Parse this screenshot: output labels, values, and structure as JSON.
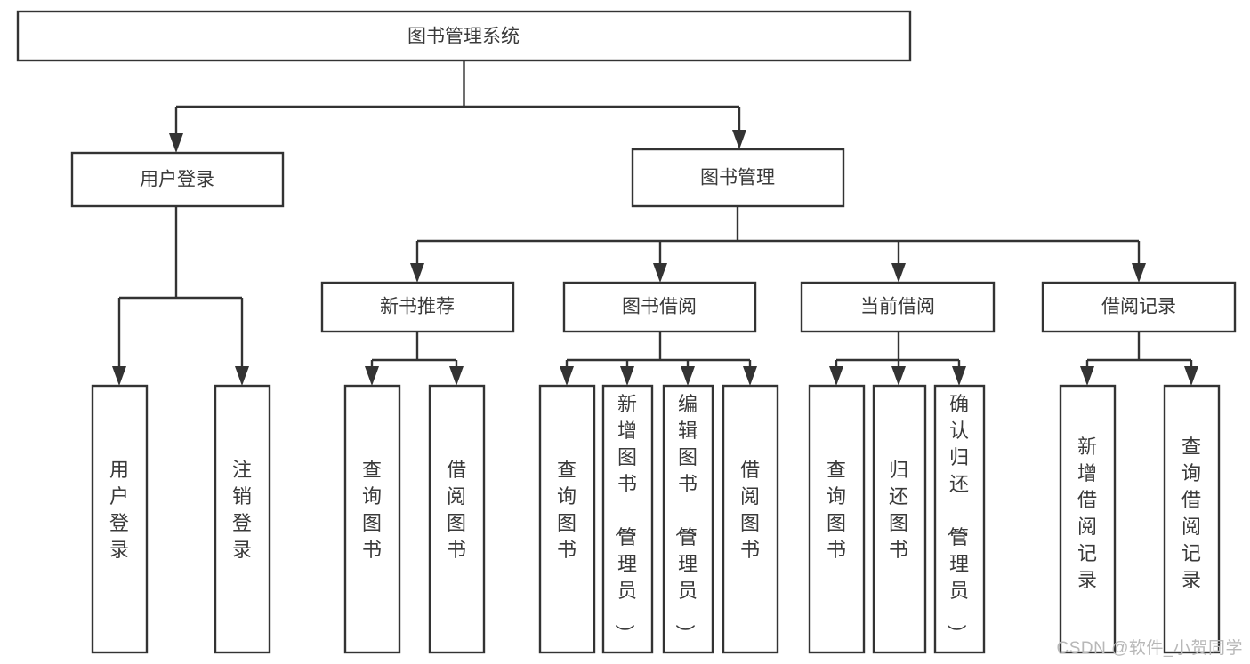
{
  "diagram": {
    "type": "tree",
    "title": "图书管理系统",
    "watermark": "CSDN @软件_小贺同学",
    "colors": {
      "box_stroke": "#333333",
      "box_fill": "#ffffff",
      "text": "#3a3a3a",
      "connector": "#333333",
      "watermark": "#b8b8b8",
      "background": "#ffffff"
    },
    "levels": {
      "root": "图书管理系统",
      "level2": [
        "用户登录",
        "图书管理"
      ],
      "level3": [
        "新书推荐",
        "图书借阅",
        "当前借阅",
        "借阅记录"
      ]
    },
    "nodes": {
      "root": {
        "label": "图书管理系统",
        "orientation": "horizontal"
      },
      "user_login": {
        "label": "用户登录",
        "orientation": "horizontal"
      },
      "book_manage": {
        "label": "图书管理",
        "orientation": "horizontal"
      },
      "new_book_rec": {
        "label": "新书推荐",
        "orientation": "horizontal"
      },
      "book_borrow": {
        "label": "图书借阅",
        "orientation": "horizontal"
      },
      "current_borrow": {
        "label": "当前借阅",
        "orientation": "horizontal"
      },
      "borrow_record": {
        "label": "借阅记录",
        "orientation": "horizontal"
      },
      "leaf_user_login": {
        "label": "用户登录",
        "orientation": "vertical"
      },
      "leaf_logout": {
        "label": "注销登录",
        "orientation": "vertical"
      },
      "leaf_query_book_1": {
        "label": "查询图书",
        "orientation": "vertical"
      },
      "leaf_borrow_book_1": {
        "label": "借阅图书",
        "orientation": "vertical"
      },
      "leaf_query_book_2": {
        "label": "查询图书",
        "orientation": "vertical"
      },
      "leaf_add_book": {
        "label": "新增图书（管理员）",
        "orientation": "vertical"
      },
      "leaf_edit_book": {
        "label": "编辑图书（管理员）",
        "orientation": "vertical"
      },
      "leaf_borrow_book_2": {
        "label": "借阅图书",
        "orientation": "vertical"
      },
      "leaf_query_book_3": {
        "label": "查询图书",
        "orientation": "vertical"
      },
      "leaf_return_book": {
        "label": "归还图书",
        "orientation": "vertical"
      },
      "leaf_confirm_return": {
        "label": "确认归还（管理员）",
        "orientation": "vertical"
      },
      "leaf_add_record": {
        "label": "新增借阅记录",
        "orientation": "vertical"
      },
      "leaf_query_record": {
        "label": "查询借阅记录",
        "orientation": "vertical"
      }
    },
    "edges": [
      {
        "from": "图书管理系统",
        "to": "用户登录"
      },
      {
        "from": "图书管理系统",
        "to": "图书管理"
      },
      {
        "from": "用户登录",
        "to": "用户登录"
      },
      {
        "from": "用户登录",
        "to": "注销登录"
      },
      {
        "from": "图书管理",
        "to": "新书推荐"
      },
      {
        "from": "图书管理",
        "to": "图书借阅"
      },
      {
        "from": "图书管理",
        "to": "当前借阅"
      },
      {
        "from": "图书管理",
        "to": "借阅记录"
      },
      {
        "from": "新书推荐",
        "to": "查询图书"
      },
      {
        "from": "新书推荐",
        "to": "借阅图书"
      },
      {
        "from": "图书借阅",
        "to": "查询图书"
      },
      {
        "from": "图书借阅",
        "to": "新增图书（管理员）"
      },
      {
        "from": "图书借阅",
        "to": "编辑图书（管理员）"
      },
      {
        "from": "图书借阅",
        "to": "借阅图书"
      },
      {
        "from": "当前借阅",
        "to": "查询图书"
      },
      {
        "from": "当前借阅",
        "to": "归还图书"
      },
      {
        "from": "当前借阅",
        "to": "确认归还（管理员）"
      },
      {
        "from": "借阅记录",
        "to": "新增借阅记录"
      },
      {
        "from": "借阅记录",
        "to": "查询借阅记录"
      }
    ]
  }
}
